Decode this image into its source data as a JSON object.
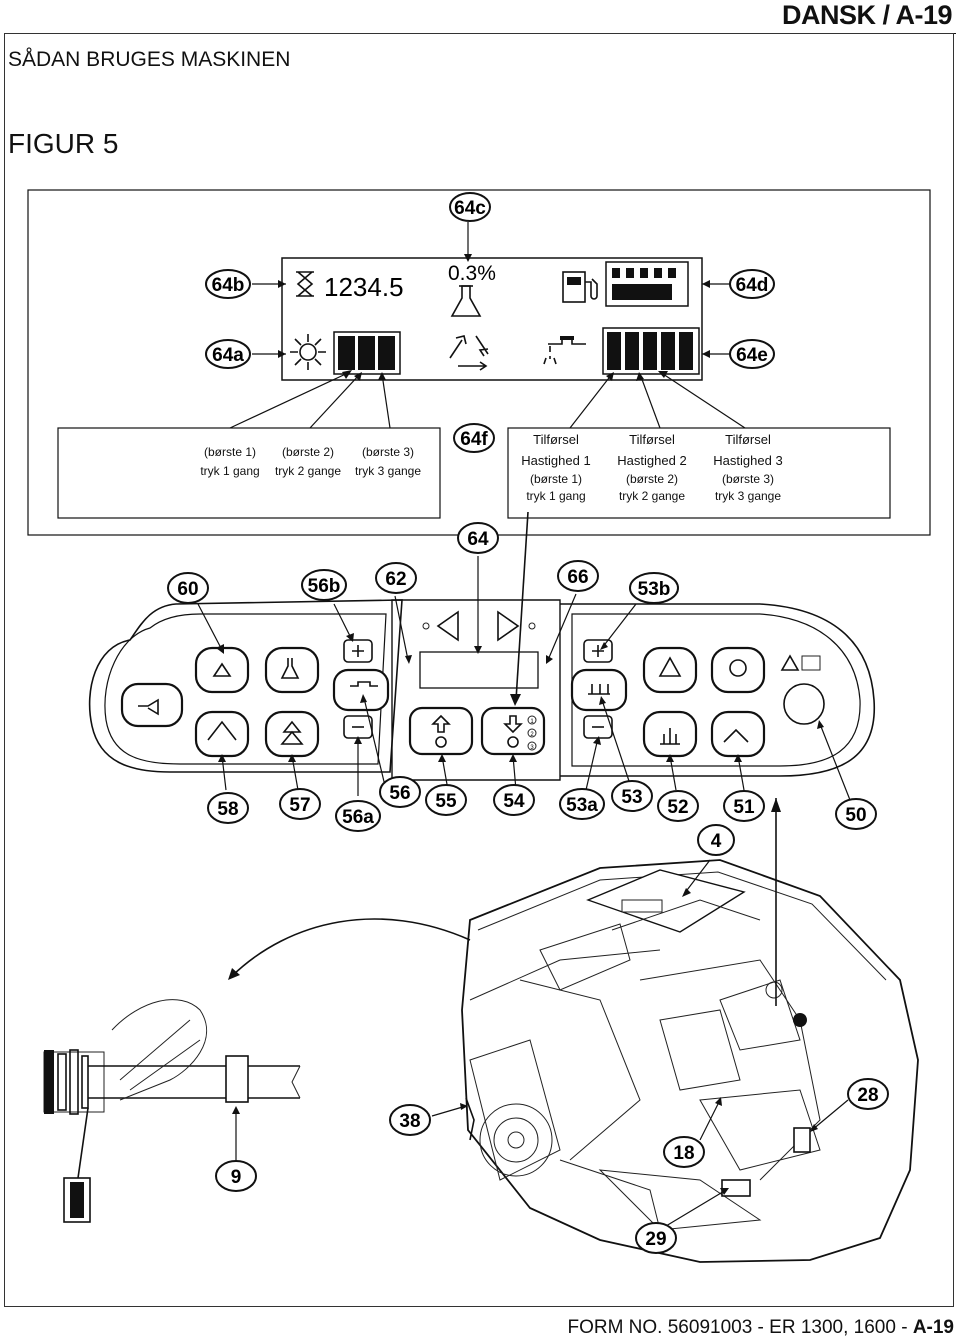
{
  "page": {
    "header": "DANSK / A-19",
    "section_title": "SÅDAN BRUGES MASKINEN",
    "figure_title": "FIGUR 5",
    "footer_prefix": "FORM NO. 56091003 - ER 1300, 1600 - ",
    "footer_page": "A-19"
  },
  "display": {
    "hour_meter": "1234.5",
    "percent": "0.3%"
  },
  "scrub_labels": [
    {
      "line1": "(børste 1)",
      "line2": "tryk 1 gang"
    },
    {
      "line1": "(børste 2)",
      "line2": "tryk 2 gange"
    },
    {
      "line1": "(børste 3)",
      "line2": "tryk 3 gange"
    }
  ],
  "solution_labels": [
    {
      "line1": "Tilførsel",
      "line2": "Hastighed 1",
      "line3": "(børste 1)",
      "line4": "tryk 1 gang"
    },
    {
      "line1": "Tilførsel",
      "line2": "Hastighed 2",
      "line3": "(børste 2)",
      "line4": "tryk 2 gange"
    },
    {
      "line1": "Tilførsel",
      "line2": "Hastighed 3",
      "line3": "(børste 3)",
      "line4": "tryk 3 gange"
    }
  ],
  "callouts": {
    "c64c": "64c",
    "c64b": "64b",
    "c64d": "64d",
    "c64a": "64a",
    "c64e": "64e",
    "c64f": "64f",
    "c64": "64",
    "c60": "60",
    "c56b": "56b",
    "c62": "62",
    "c66": "66",
    "c53b": "53b",
    "c58": "58",
    "c57": "57",
    "c56a": "56a",
    "c56": "56",
    "c55": "55",
    "c54": "54",
    "c53a": "53a",
    "c53": "53",
    "c52": "52",
    "c51": "51",
    "c50": "50",
    "c4": "4",
    "c9": "9",
    "c38": "38",
    "c18": "18",
    "c28": "28",
    "c29": "29"
  },
  "panel_marks": {
    "slot1": "1",
    "slot2": "2",
    "slot3": "3"
  }
}
